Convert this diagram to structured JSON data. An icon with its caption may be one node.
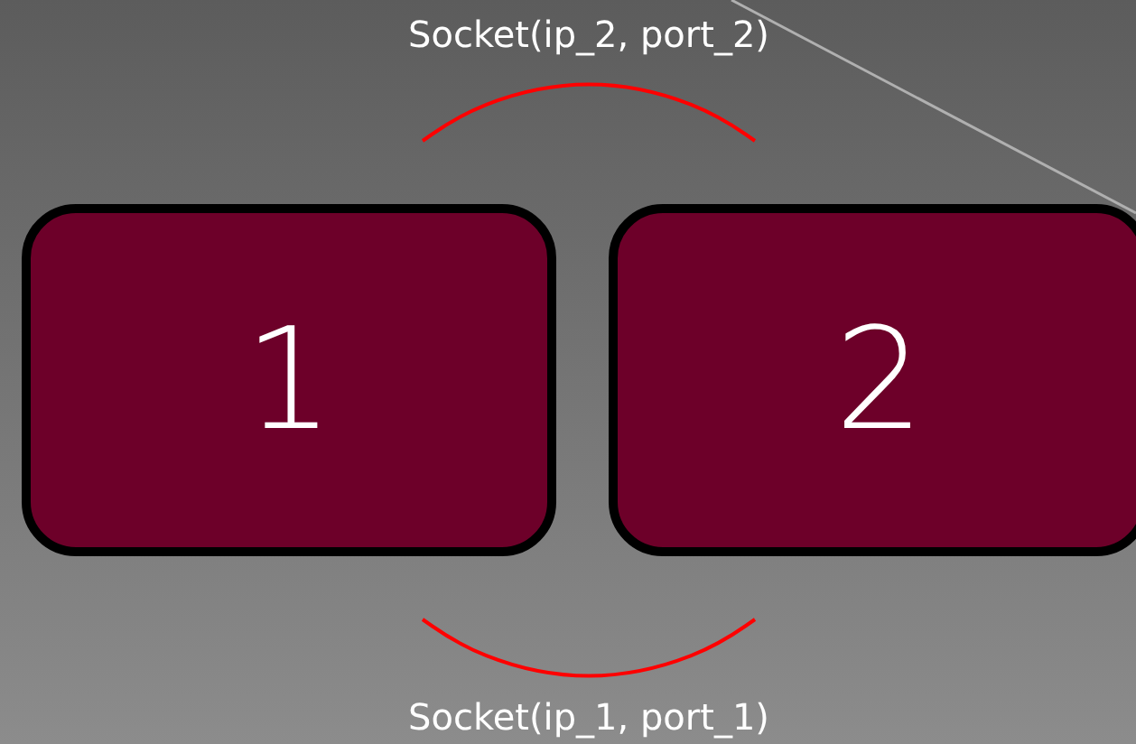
{
  "diagram": {
    "nodes": [
      {
        "text": [
          "1"
        ]
      },
      {
        "text": [
          "2"
        ]
      }
    ],
    "edges": [
      {
        "from": 0,
        "to": 1,
        "arrow": "none",
        "label": "Socket(ip_2, port_2)",
        "color": "#ff0000"
      },
      {
        "from": 0,
        "to": 1,
        "arrow": "none",
        "label": "Socket(ip_1, port_1)",
        "color": "#ff0000"
      }
    ]
  }
}
